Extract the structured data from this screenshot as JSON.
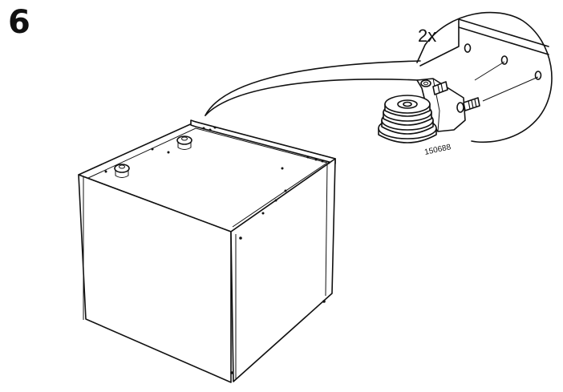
{
  "step": {
    "number": "6"
  },
  "callout": {
    "quantity": "2x",
    "part_number": "150688"
  }
}
